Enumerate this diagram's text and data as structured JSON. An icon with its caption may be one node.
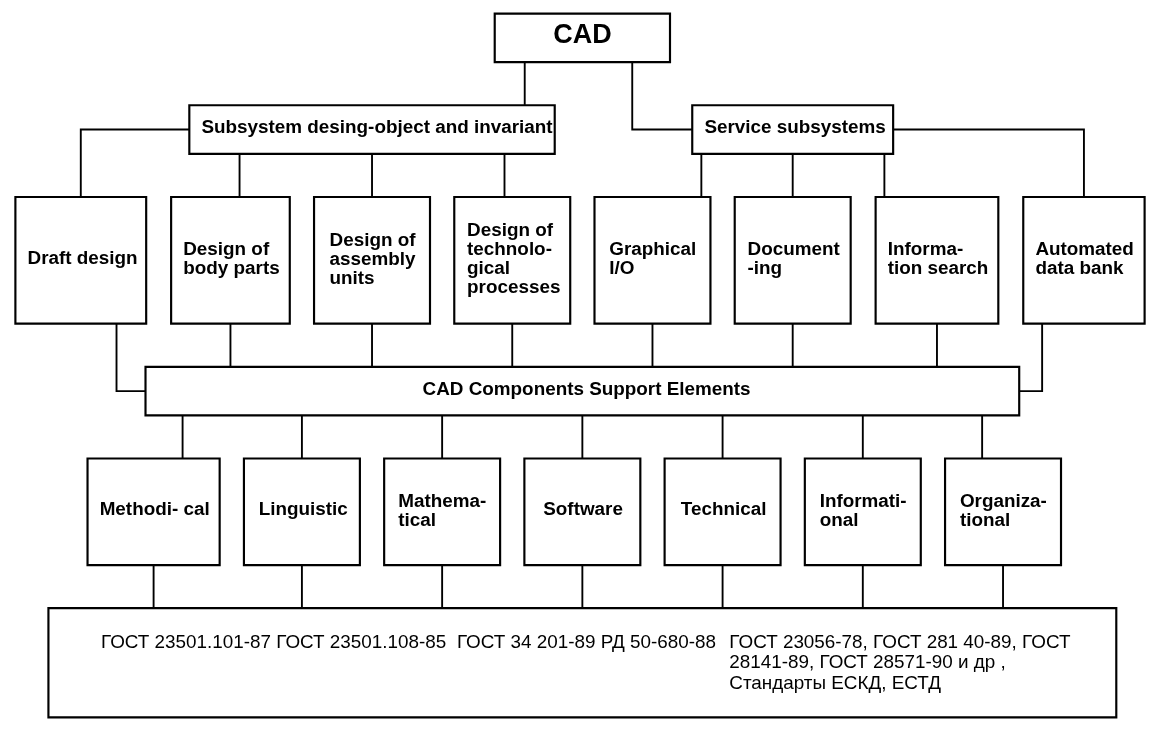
{
  "diagram": {
    "nodes": [
      {
        "text": [
          "CAD"
        ]
      },
      {
        "text": [
          "Subsystem desing-object and invariant"
        ]
      },
      {
        "text": [
          "Service subsystems"
        ]
      },
      {
        "text": [
          "Draft design"
        ]
      },
      {
        "text": [
          "Design of body parts"
        ]
      },
      {
        "text": [
          "Design of assembly units"
        ]
      },
      {
        "text": [
          "Design of technolo- gical processes"
        ]
      },
      {
        "text": [
          "Graphical I/O"
        ]
      },
      {
        "text": [
          "Document -ing"
        ]
      },
      {
        "text": [
          "Informa- tion search"
        ]
      },
      {
        "text": [
          "Automated data bank"
        ]
      },
      {
        "text": [
          "CAD Components Support Elements"
        ]
      },
      {
        "text": [
          "Methodi- cal"
        ]
      },
      {
        "text": [
          "Linguistic"
        ]
      },
      {
        "text": [
          "Mathema- tical"
        ]
      },
      {
        "text": [
          "Software"
        ]
      },
      {
        "text": [
          "Technical"
        ]
      },
      {
        "text": [
          "Informati- onal"
        ]
      },
      {
        "text": [
          "Organiza- tional"
        ]
      },
      {
        "text": [
          "ГОСТ 23501.101-87 ГОСТ 23501.108-85",
          "ГОСТ 34 201-89 РД 50-680-88",
          "ГОСТ 23056-78, ГОСТ 281 40-89, ГОСТ 28141-89, ГОСТ 28571-90 и др , Стандарты ЕСКД, ЕСТД"
        ]
      }
    ],
    "edges": [
      {
        "from": 0,
        "to": 1,
        "arrow": "none"
      },
      {
        "from": 0,
        "to": 2,
        "arrow": "none"
      },
      {
        "from": 1,
        "to": 3,
        "arrow": "none"
      },
      {
        "from": 1,
        "to": 4,
        "arrow": "none"
      },
      {
        "from": 1,
        "to": 5,
        "arrow": "none"
      },
      {
        "from": 1,
        "to": 6,
        "arrow": "none"
      },
      {
        "from": 2,
        "to": 7,
        "arrow": "none"
      },
      {
        "from": 2,
        "to": 8,
        "arrow": "none"
      },
      {
        "from": 2,
        "to": 9,
        "arrow": "none"
      },
      {
        "from": 2,
        "to": 10,
        "arrow": "none"
      },
      {
        "from": 3,
        "to": 11,
        "arrow": "none"
      },
      {
        "from": 4,
        "to": 11,
        "arrow": "none"
      },
      {
        "from": 5,
        "to": 11,
        "arrow": "none"
      },
      {
        "from": 6,
        "to": 11,
        "arrow": "none"
      },
      {
        "from": 7,
        "to": 11,
        "arrow": "none"
      },
      {
        "from": 8,
        "to": 11,
        "arrow": "none"
      },
      {
        "from": 9,
        "to": 11,
        "arrow": "none"
      },
      {
        "from": 10,
        "to": 11,
        "arrow": "none"
      },
      {
        "from": 11,
        "to": 12,
        "arrow": "none"
      },
      {
        "from": 11,
        "to": 13,
        "arrow": "none"
      },
      {
        "from": 11,
        "to": 14,
        "arrow": "none"
      },
      {
        "from": 11,
        "to": 15,
        "arrow": "none"
      },
      {
        "from": 11,
        "to": 16,
        "arrow": "none"
      },
      {
        "from": 11,
        "to": 17,
        "arrow": "none"
      },
      {
        "from": 11,
        "to": 18,
        "arrow": "none"
      },
      {
        "from": 12,
        "to": 19,
        "arrow": "none"
      },
      {
        "from": 13,
        "to": 19,
        "arrow": "none"
      },
      {
        "from": 14,
        "to": 19,
        "arrow": "none"
      },
      {
        "from": 15,
        "to": 19,
        "arrow": "none"
      },
      {
        "from": 16,
        "to": 19,
        "arrow": "none"
      },
      {
        "from": 17,
        "to": 19,
        "arrow": "none"
      },
      {
        "from": 18,
        "to": 19,
        "arrow": "none"
      }
    ]
  }
}
